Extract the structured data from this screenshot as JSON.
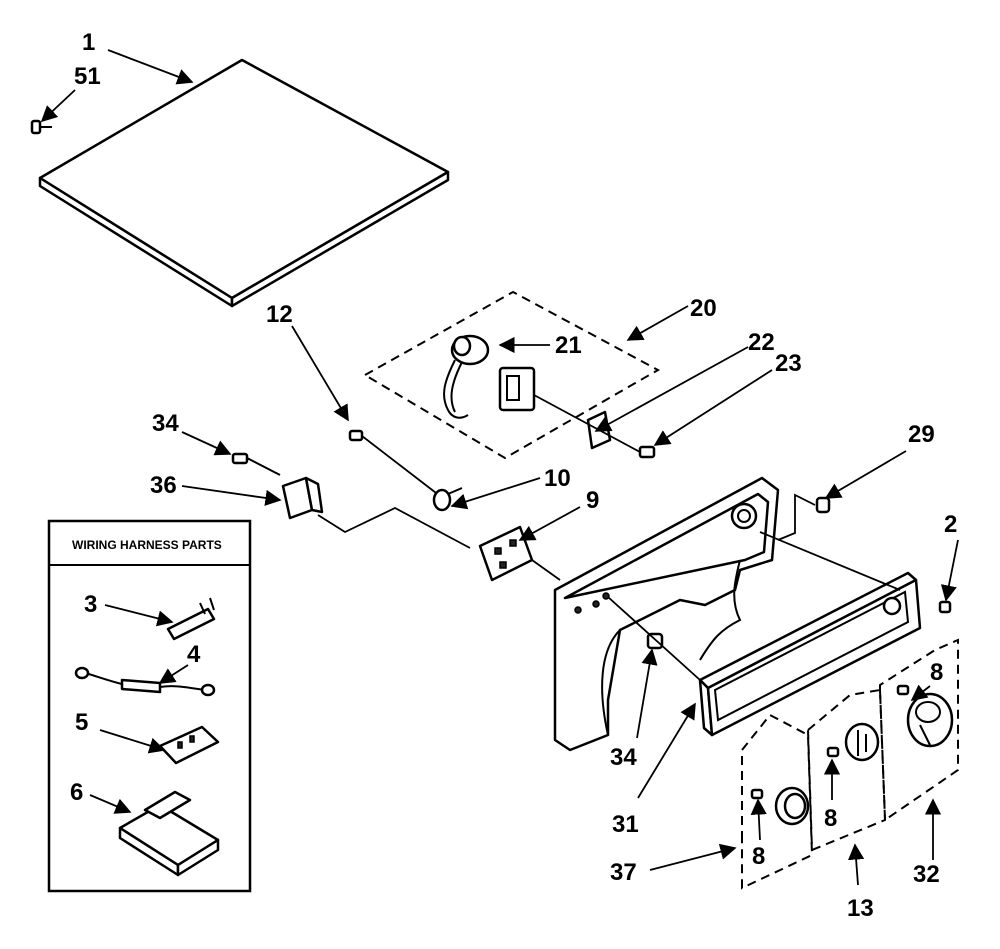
{
  "inset": {
    "title": "WIRING HARNESS PARTS"
  },
  "labels": {
    "l1": "1",
    "l51": "51",
    "l12": "12",
    "l20": "20",
    "l21": "21",
    "l22": "22",
    "l23": "23",
    "l29": "29",
    "l34a": "34",
    "l36": "36",
    "l10": "10",
    "l9": "9",
    "l2": "2",
    "l8a": "8",
    "l34b": "34",
    "l31": "31",
    "l8b": "8",
    "l8c": "8",
    "l37": "37",
    "l13": "13",
    "l32": "32",
    "l3": "3",
    "l4": "4",
    "l5": "5",
    "l6": "6"
  }
}
